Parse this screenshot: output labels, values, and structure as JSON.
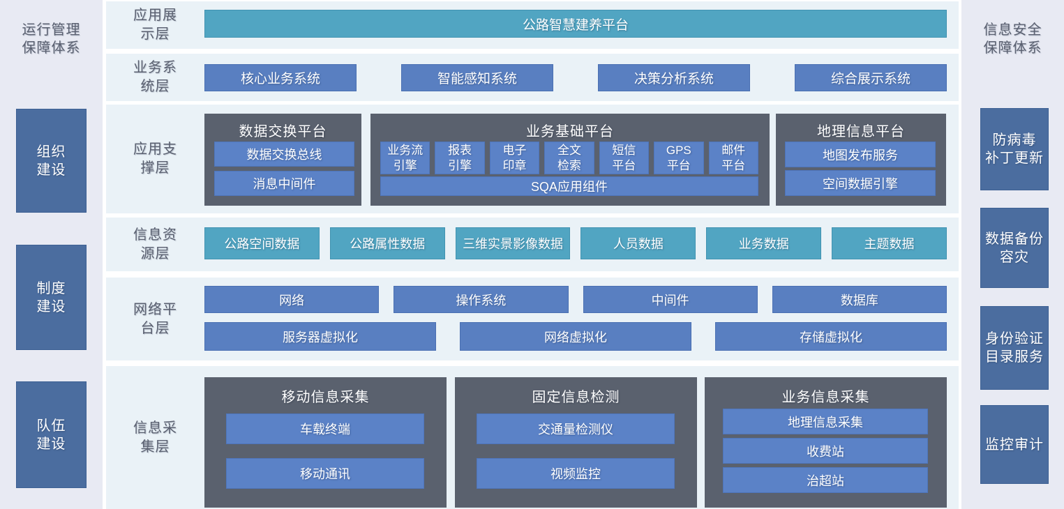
{
  "colors": {
    "sidebar-bg": "#e8eaf3",
    "row-bg": "#eaf2f7",
    "label-grey": "#5a6070",
    "teal-fill": "#51a5c2",
    "teal-border": "#4193b1",
    "blue-fill": "#597fc1",
    "blue-border": "#4a70b2",
    "inner-fill": "#5b82c7",
    "inner-border": "#4e75bb",
    "dark-fill": "#5a616e",
    "side-box-fill": "#4b6d9f",
    "side-box-border": "#3d6093"
  },
  "left_sidebar": {
    "title": "运行管理\n保障体系",
    "boxes": [
      "组织\n建设",
      "制度\n建设",
      "队伍\n建设"
    ]
  },
  "right_sidebar": {
    "title": "信息安全\n保障体系",
    "boxes": [
      "防病毒\n补丁更新",
      "数据备份\n容灾",
      "身份验证\n目录服务",
      "监控审计"
    ]
  },
  "layers": {
    "display": {
      "label": "应用展\n示层",
      "platform": "公路智慧建养平台"
    },
    "business": {
      "label": "业务系\n统层",
      "boxes": [
        "核心业务系统",
        "智能感知系统",
        "决策分析系统",
        "综合展示系统"
      ]
    },
    "support": {
      "label": "应用支\n撑层",
      "exchange": {
        "title": "数据交换平台",
        "items": [
          "数据交换总线",
          "消息中间件"
        ]
      },
      "base": {
        "title": "业务基础平台",
        "small_items": [
          "业务流\n引擎",
          "报表\n引擎",
          "电子\n印章",
          "全文\n检索",
          "短信\n平台",
          "GPS\n平台",
          "邮件\n平台"
        ],
        "wide_item": "SQA应用组件"
      },
      "gis": {
        "title": "地理信息平台",
        "items": [
          "地图发布服务",
          "空间数据引擎"
        ]
      }
    },
    "resource": {
      "label": "信息资\n源层",
      "boxes": [
        "公路空间数据",
        "公路属性数据",
        "三维实景影像数据",
        "人员数据",
        "业务数据",
        "主题数据"
      ]
    },
    "network": {
      "label": "网络平\n台层",
      "row1": [
        "网络",
        "操作系统",
        "中间件",
        "数据库"
      ],
      "row2": [
        "服务器虚拟化",
        "网络虚拟化",
        "存储虚拟化"
      ]
    },
    "collection": {
      "label": "信息采\n集层",
      "mobile": {
        "title": "移动信息采集",
        "items": [
          "车载终端",
          "移动通讯"
        ]
      },
      "fixed": {
        "title": "固定信息检测",
        "items": [
          "交通量检测仪",
          "视频监控"
        ]
      },
      "biz": {
        "title": "业务信息采集",
        "items": [
          "地理信息采集",
          "收费站",
          "治超站"
        ]
      }
    }
  }
}
